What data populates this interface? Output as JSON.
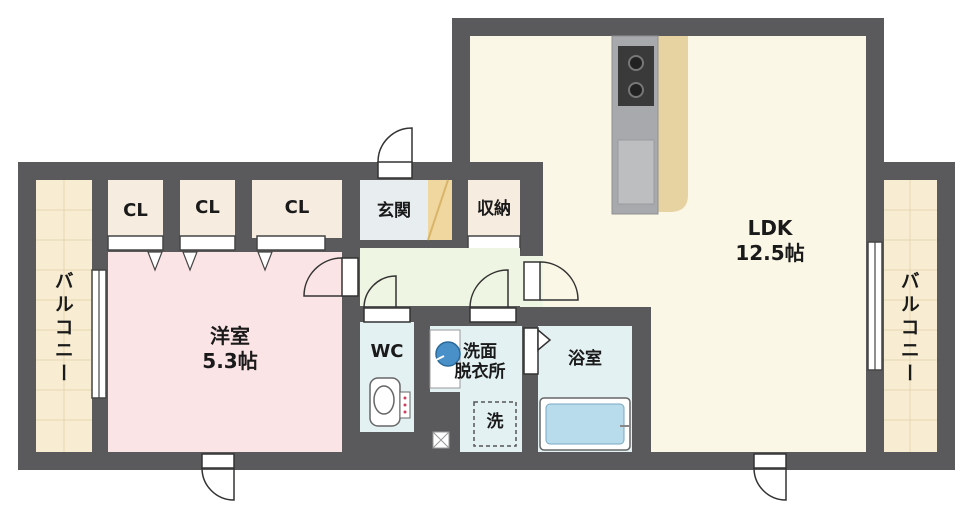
{
  "rooms": {
    "ldk": {
      "name": "LDK",
      "size": "12.5帖"
    },
    "western_room": {
      "name": "洋室",
      "size": "5.3帖"
    },
    "entrance": {
      "name": "玄関"
    },
    "storage": {
      "name": "収納"
    },
    "wc": {
      "name": "WC"
    },
    "washroom": {
      "name": "洗面\n脱衣所"
    },
    "bathroom": {
      "name": "浴室"
    },
    "closets": [
      "CL",
      "CL",
      "CL"
    ],
    "balcony_left": {
      "name": "バルコニー"
    },
    "balcony_right": {
      "name": "バルコニー"
    },
    "washer_space": {
      "name": "洗"
    }
  },
  "colors": {
    "wall": "#5a5a5c",
    "ldk_floor": "#fbf7e6",
    "western_floor": "#fbe4e6",
    "balcony_floor": "#f8edd2",
    "wet_floor": "#e4f1f3",
    "entrance_floor": "#e8eef0",
    "hall_floor": "#eef5e2",
    "closet_floor": "#f6ecdf",
    "kitchen_counter": "#a7a9ac",
    "kitchen_board": "#e7d3a1"
  }
}
